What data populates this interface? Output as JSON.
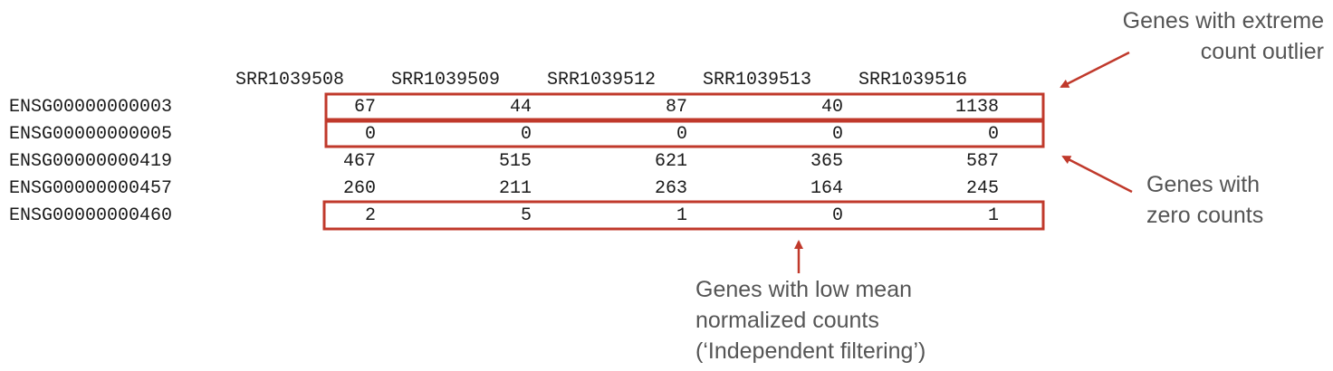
{
  "table": {
    "columns": [
      "SRR1039508",
      "SRR1039509",
      "SRR1039512",
      "SRR1039513",
      "SRR1039516"
    ],
    "rows": [
      {
        "gene": "ENSG00000000003",
        "counts": [
          "67",
          "44",
          "87",
          "40",
          "1138"
        ]
      },
      {
        "gene": "ENSG00000000005",
        "counts": [
          "0",
          "0",
          "0",
          "0",
          "0"
        ]
      },
      {
        "gene": "ENSG00000000419",
        "counts": [
          "467",
          "515",
          "621",
          "365",
          "587"
        ]
      },
      {
        "gene": "ENSG00000000457",
        "counts": [
          "260",
          "211",
          "263",
          "164",
          "245"
        ]
      },
      {
        "gene": "ENSG00000000460",
        "counts": [
          "2",
          "5",
          "1",
          "0",
          "1"
        ]
      }
    ]
  },
  "annotations": {
    "outlier": [
      "Genes with extreme",
      "count outlier"
    ],
    "zero": [
      "Genes with",
      "zero counts"
    ],
    "low_mean": [
      "Genes with low mean",
      "normalized counts",
      "(‘Independent filtering’)"
    ]
  },
  "colors": {
    "highlight": "#c0392b",
    "annotation_text": "#555555",
    "table_text": "#1a1a1a"
  }
}
